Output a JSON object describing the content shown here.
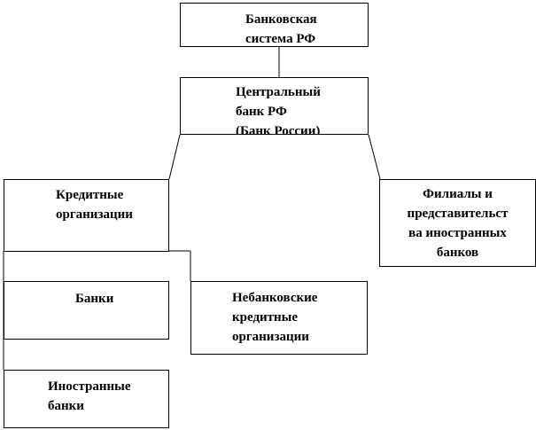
{
  "nodes": {
    "banking_system": "Банковская\nсистема РФ",
    "central_bank": "Центральный\nбанк РФ\n(Банк России)",
    "credit_organizations": "Кредитные\nорганизации",
    "foreign_branches": "Филиалы и\nпредставительст\nва иностранных\nбанков",
    "banks": "Банки",
    "nonbank_credit": "Небанковские\nкредитные\nорганизации",
    "foreign_banks": "Иностранные\nбанки"
  }
}
